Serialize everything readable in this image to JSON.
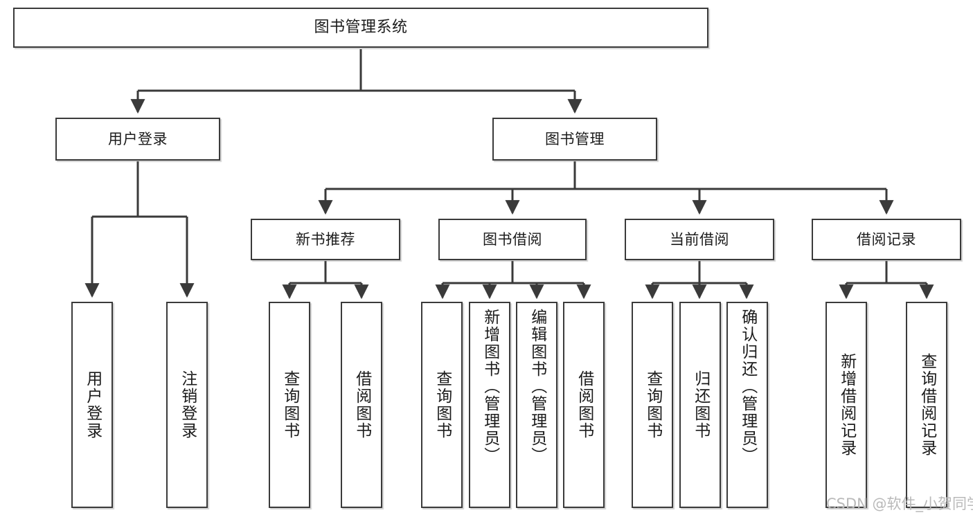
{
  "diagram": {
    "type": "tree",
    "title": "图书管理系统",
    "root": {
      "label": "图书管理系统"
    },
    "level2": [
      {
        "label": "用户登录"
      },
      {
        "label": "图书管理"
      }
    ],
    "level3": [
      {
        "label": "新书推荐"
      },
      {
        "label": "图书借阅"
      },
      {
        "label": "当前借阅"
      },
      {
        "label": "借阅记录"
      }
    ],
    "leaves": {
      "user_login": [
        {
          "label": "用户登录"
        },
        {
          "label": "注销登录"
        }
      ],
      "new_book_recommend": [
        {
          "label": "查询图书"
        },
        {
          "label": "借阅图书"
        }
      ],
      "book_borrow": [
        {
          "label": "查询图书"
        },
        {
          "label": "新增图书（管理员）"
        },
        {
          "label": "编辑图书（管理员）"
        },
        {
          "label": "借阅图书"
        }
      ],
      "current_borrow": [
        {
          "label": "查询图书"
        },
        {
          "label": "归还图书"
        },
        {
          "label": "确认归还（管理员）"
        }
      ],
      "borrow_record": [
        {
          "label": "新增借阅记录"
        },
        {
          "label": "查询借阅记录"
        }
      ]
    }
  },
  "watermark": {
    "text": "CSDN @软件_小贺同学"
  },
  "colors": {
    "stroke": "#3a3a3a",
    "box_fill": "#ffffff",
    "text": "#1b1b1b",
    "watermark": "#b9b9b9"
  }
}
